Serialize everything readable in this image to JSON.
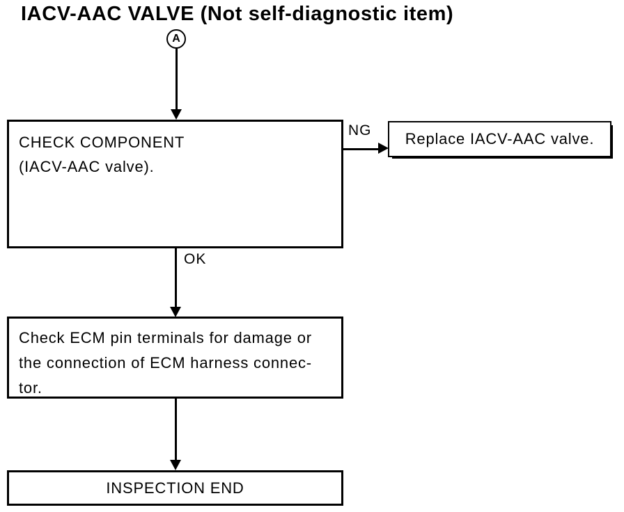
{
  "title": "IACV-AAC VALVE (Not self-diagnostic item)",
  "connector": {
    "label": "A"
  },
  "nodes": {
    "check_component": {
      "lines": [
        "CHECK COMPONENT",
        "(IACV-AAC valve)."
      ]
    },
    "replace_valve": {
      "text": "Replace IACV-AAC valve."
    },
    "check_ecm": {
      "lines": [
        "Check ECM pin terminals for damage or",
        "the connection of ECM harness connec-",
        "tor."
      ]
    },
    "inspection_end": {
      "text": "INSPECTION END"
    }
  },
  "edges": {
    "ng_label": "NG",
    "ok_label": "OK"
  },
  "colors": {
    "ink": "#000000",
    "paper": "#ffffff"
  }
}
